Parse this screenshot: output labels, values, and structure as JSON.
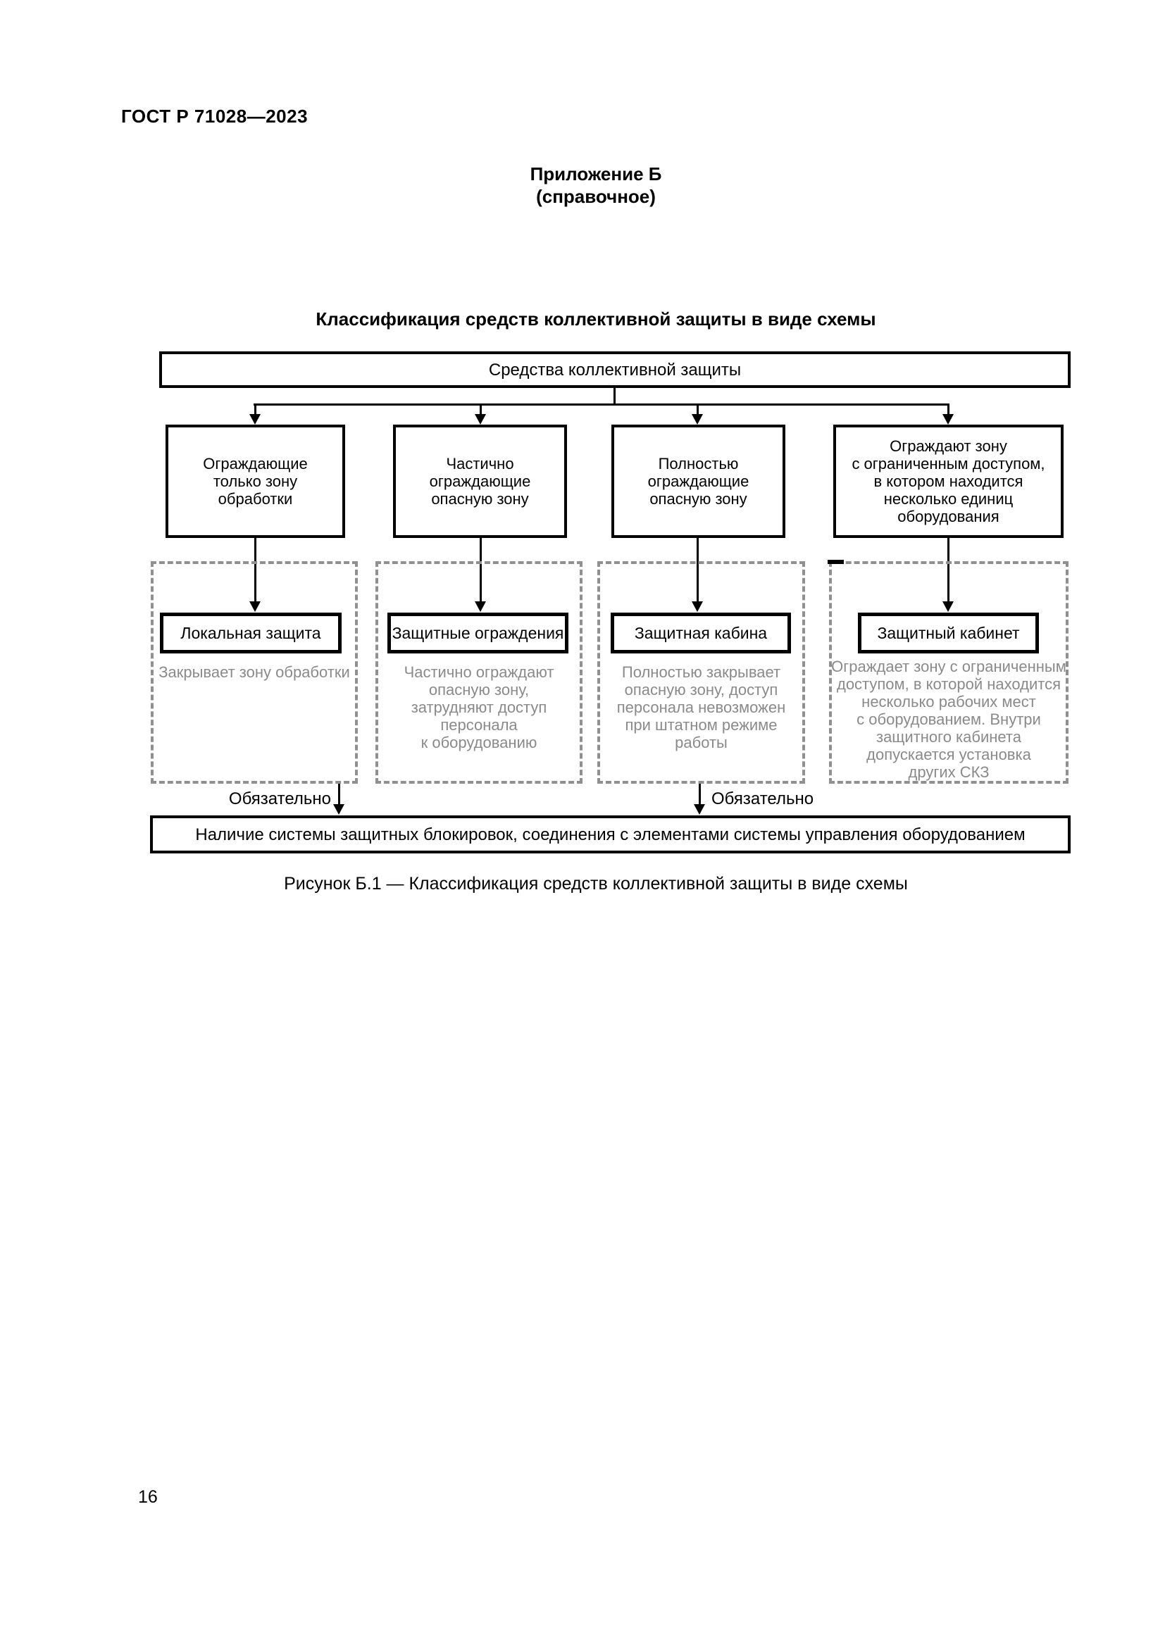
{
  "page": {
    "doc_number": "ГОСТ Р 71028—2023",
    "appendix_heading": "Приложение Б\n(справочное)",
    "figure_title": "Классификация средств коллективной защиты в виде схемы",
    "caption": "Рисунок Б.1 — Классификация средств коллективной защиты в виде схемы",
    "page_number": "16"
  },
  "diagram": {
    "root": "Средства коллективной защиты",
    "columns": [
      {
        "category": "Ограждающие\nтолько зону\nобработки",
        "name": "Локальная защита",
        "description": "Закрывает зону обработки",
        "mandatory_label": "Обязательно"
      },
      {
        "category": "Частично\nограждающие\nопасную зону",
        "name": "Защитные ограждения",
        "description": "Частично ограждают\nопасную зону,\nзатрудняют доступ\nперсонала\nк оборудованию"
      },
      {
        "category": "Полностью\nограждающие\nопасную зону",
        "name": "Защитная кабина",
        "description": "Полностью закрывает\nопасную зону, доступ\nперсонала невозможен\nпри штатном режиме\nработы",
        "mandatory_label": "Обязательно"
      },
      {
        "category": "Ограждают зону\nс ограниченным доступом,\nв котором находится\nнесколько единиц\nоборудования",
        "name": "Защитный кабинет",
        "description": "Ограждает зону с ограниченным\nдоступом, в которой находится\nнесколько рабочих мест\nс оборудованием. Внутри\nзащитного кабинета\nдопускается установка\nдругих СКЗ"
      }
    ],
    "bottom": "Наличие системы защитных блокировок, соединения с элементами системы управления оборудованием",
    "colors": {
      "line": "#000000",
      "dashed_border": "#909090",
      "gray_text": "#8a8a8a"
    }
  }
}
